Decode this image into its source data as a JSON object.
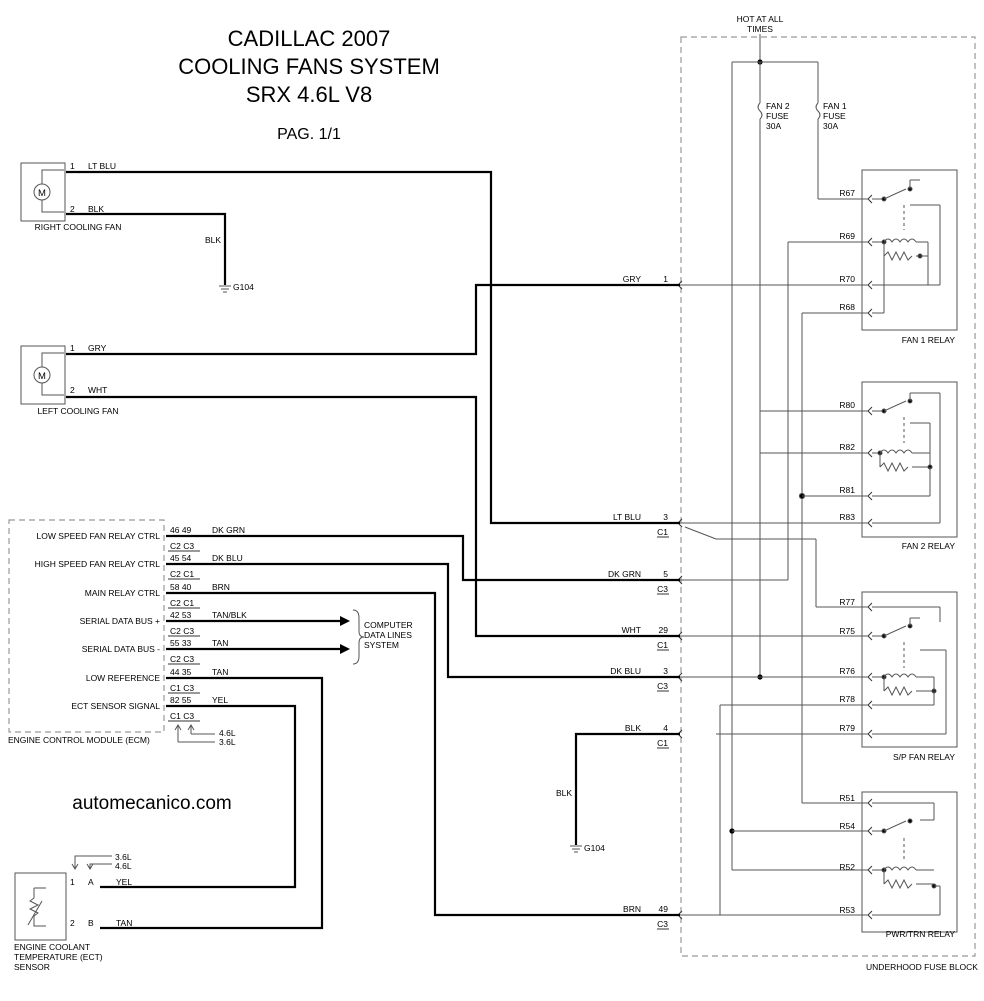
{
  "title": {
    "line1": "CADILLAC 2007",
    "line2": "COOLING FANS SYSTEM",
    "line3": "SRX 4.6L V8",
    "page": "PAG. 1/1"
  },
  "watermark": "automecanico.com",
  "hot_at_all_times": [
    "HOT AT ALL",
    "TIMES"
  ],
  "fuses": [
    {
      "name": [
        "FAN 2",
        "FUSE",
        "30A"
      ]
    },
    {
      "name": [
        "FAN 1",
        "FUSE",
        "30A"
      ]
    }
  ],
  "right_fan": {
    "label": "RIGHT COOLING FAN",
    "motor": "M",
    "pins": [
      {
        "num": "1",
        "color": "LT BLU"
      },
      {
        "num": "2",
        "color": "BLK"
      }
    ]
  },
  "left_fan": {
    "label": "LEFT COOLING FAN",
    "motor": "M",
    "pins": [
      {
        "num": "1",
        "color": "GRY"
      },
      {
        "num": "2",
        "color": "WHT"
      }
    ]
  },
  "ground_top": {
    "wire": "BLK",
    "label": "G104"
  },
  "ground_mid": {
    "wire": "BLK",
    "label": "G104"
  },
  "ecm": {
    "label": "ENGINE CONTROL MODULE (ECM)",
    "rows": [
      {
        "name": "LOW SPEED FAN RELAY CTRL",
        "pins": "46 49",
        "color": "DK GRN",
        "conn": "C2 C3"
      },
      {
        "name": "HIGH SPEED FAN RELAY CTRL",
        "pins": "45 54",
        "color": "DK BLU",
        "conn": "C2 C1"
      },
      {
        "name": "MAIN RELAY CTRL",
        "pins": "58 40",
        "color": "BRN",
        "conn": "C2 C1"
      },
      {
        "name": "SERIAL DATA BUS +",
        "pins": "42 53",
        "color": "TAN/BLK",
        "conn": "C2 C3"
      },
      {
        "name": "SERIAL DATA BUS -",
        "pins": "55 33",
        "color": "TAN",
        "conn": "C2 C3"
      },
      {
        "name": "LOW REFERENCE",
        "pins": "44 35",
        "color": "TAN",
        "conn": "C1 C3"
      },
      {
        "name": "ECT SENSOR SIGNAL",
        "pins": "82 55",
        "color": "YEL",
        "conn": "C1 C3"
      }
    ],
    "engine_notes": [
      "4.6L",
      "3.6L"
    ]
  },
  "computer_data": [
    "COMPUTER",
    "DATA LINES",
    "SYSTEM"
  ],
  "ect_sensor": {
    "label": [
      "ENGINE COOLANT",
      "TEMPERATURE (ECT)",
      "SENSOR"
    ],
    "notes": [
      "3.6L",
      "4.6L"
    ],
    "pins": [
      {
        "num": "1",
        "letter": "A",
        "color": "YEL"
      },
      {
        "num": "2",
        "letter": "B",
        "color": "TAN"
      }
    ]
  },
  "fuse_block": {
    "label": "UNDERHOOD FUSE BLOCK",
    "terminals": [
      {
        "color": "GRY",
        "pin": "1",
        "conn": ""
      },
      {
        "color": "LT BLU",
        "pin": "3",
        "conn": "C1"
      },
      {
        "color": "DK GRN",
        "pin": "5",
        "conn": "C3"
      },
      {
        "color": "WHT",
        "pin": "29",
        "conn": "C1"
      },
      {
        "color": "DK BLU",
        "pin": "3",
        "conn": "C3"
      },
      {
        "color": "BLK",
        "pin": "4",
        "conn": "C1"
      },
      {
        "color": "BRN",
        "pin": "49",
        "conn": "C3"
      }
    ]
  },
  "relays": [
    {
      "name": "FAN 1 RELAY",
      "pins": [
        "R67",
        "R69",
        "R70",
        "R68"
      ]
    },
    {
      "name": "FAN 2 RELAY",
      "pins": [
        "R80",
        "R82",
        "R81",
        "R83"
      ]
    },
    {
      "name": "S/P FAN RELAY",
      "pins": [
        "R77",
        "R75",
        "R76",
        "R78",
        "R79"
      ]
    },
    {
      "name": "PWR/TRN RELAY",
      "pins": [
        "R51",
        "R54",
        "R52",
        "R53"
      ]
    }
  ]
}
